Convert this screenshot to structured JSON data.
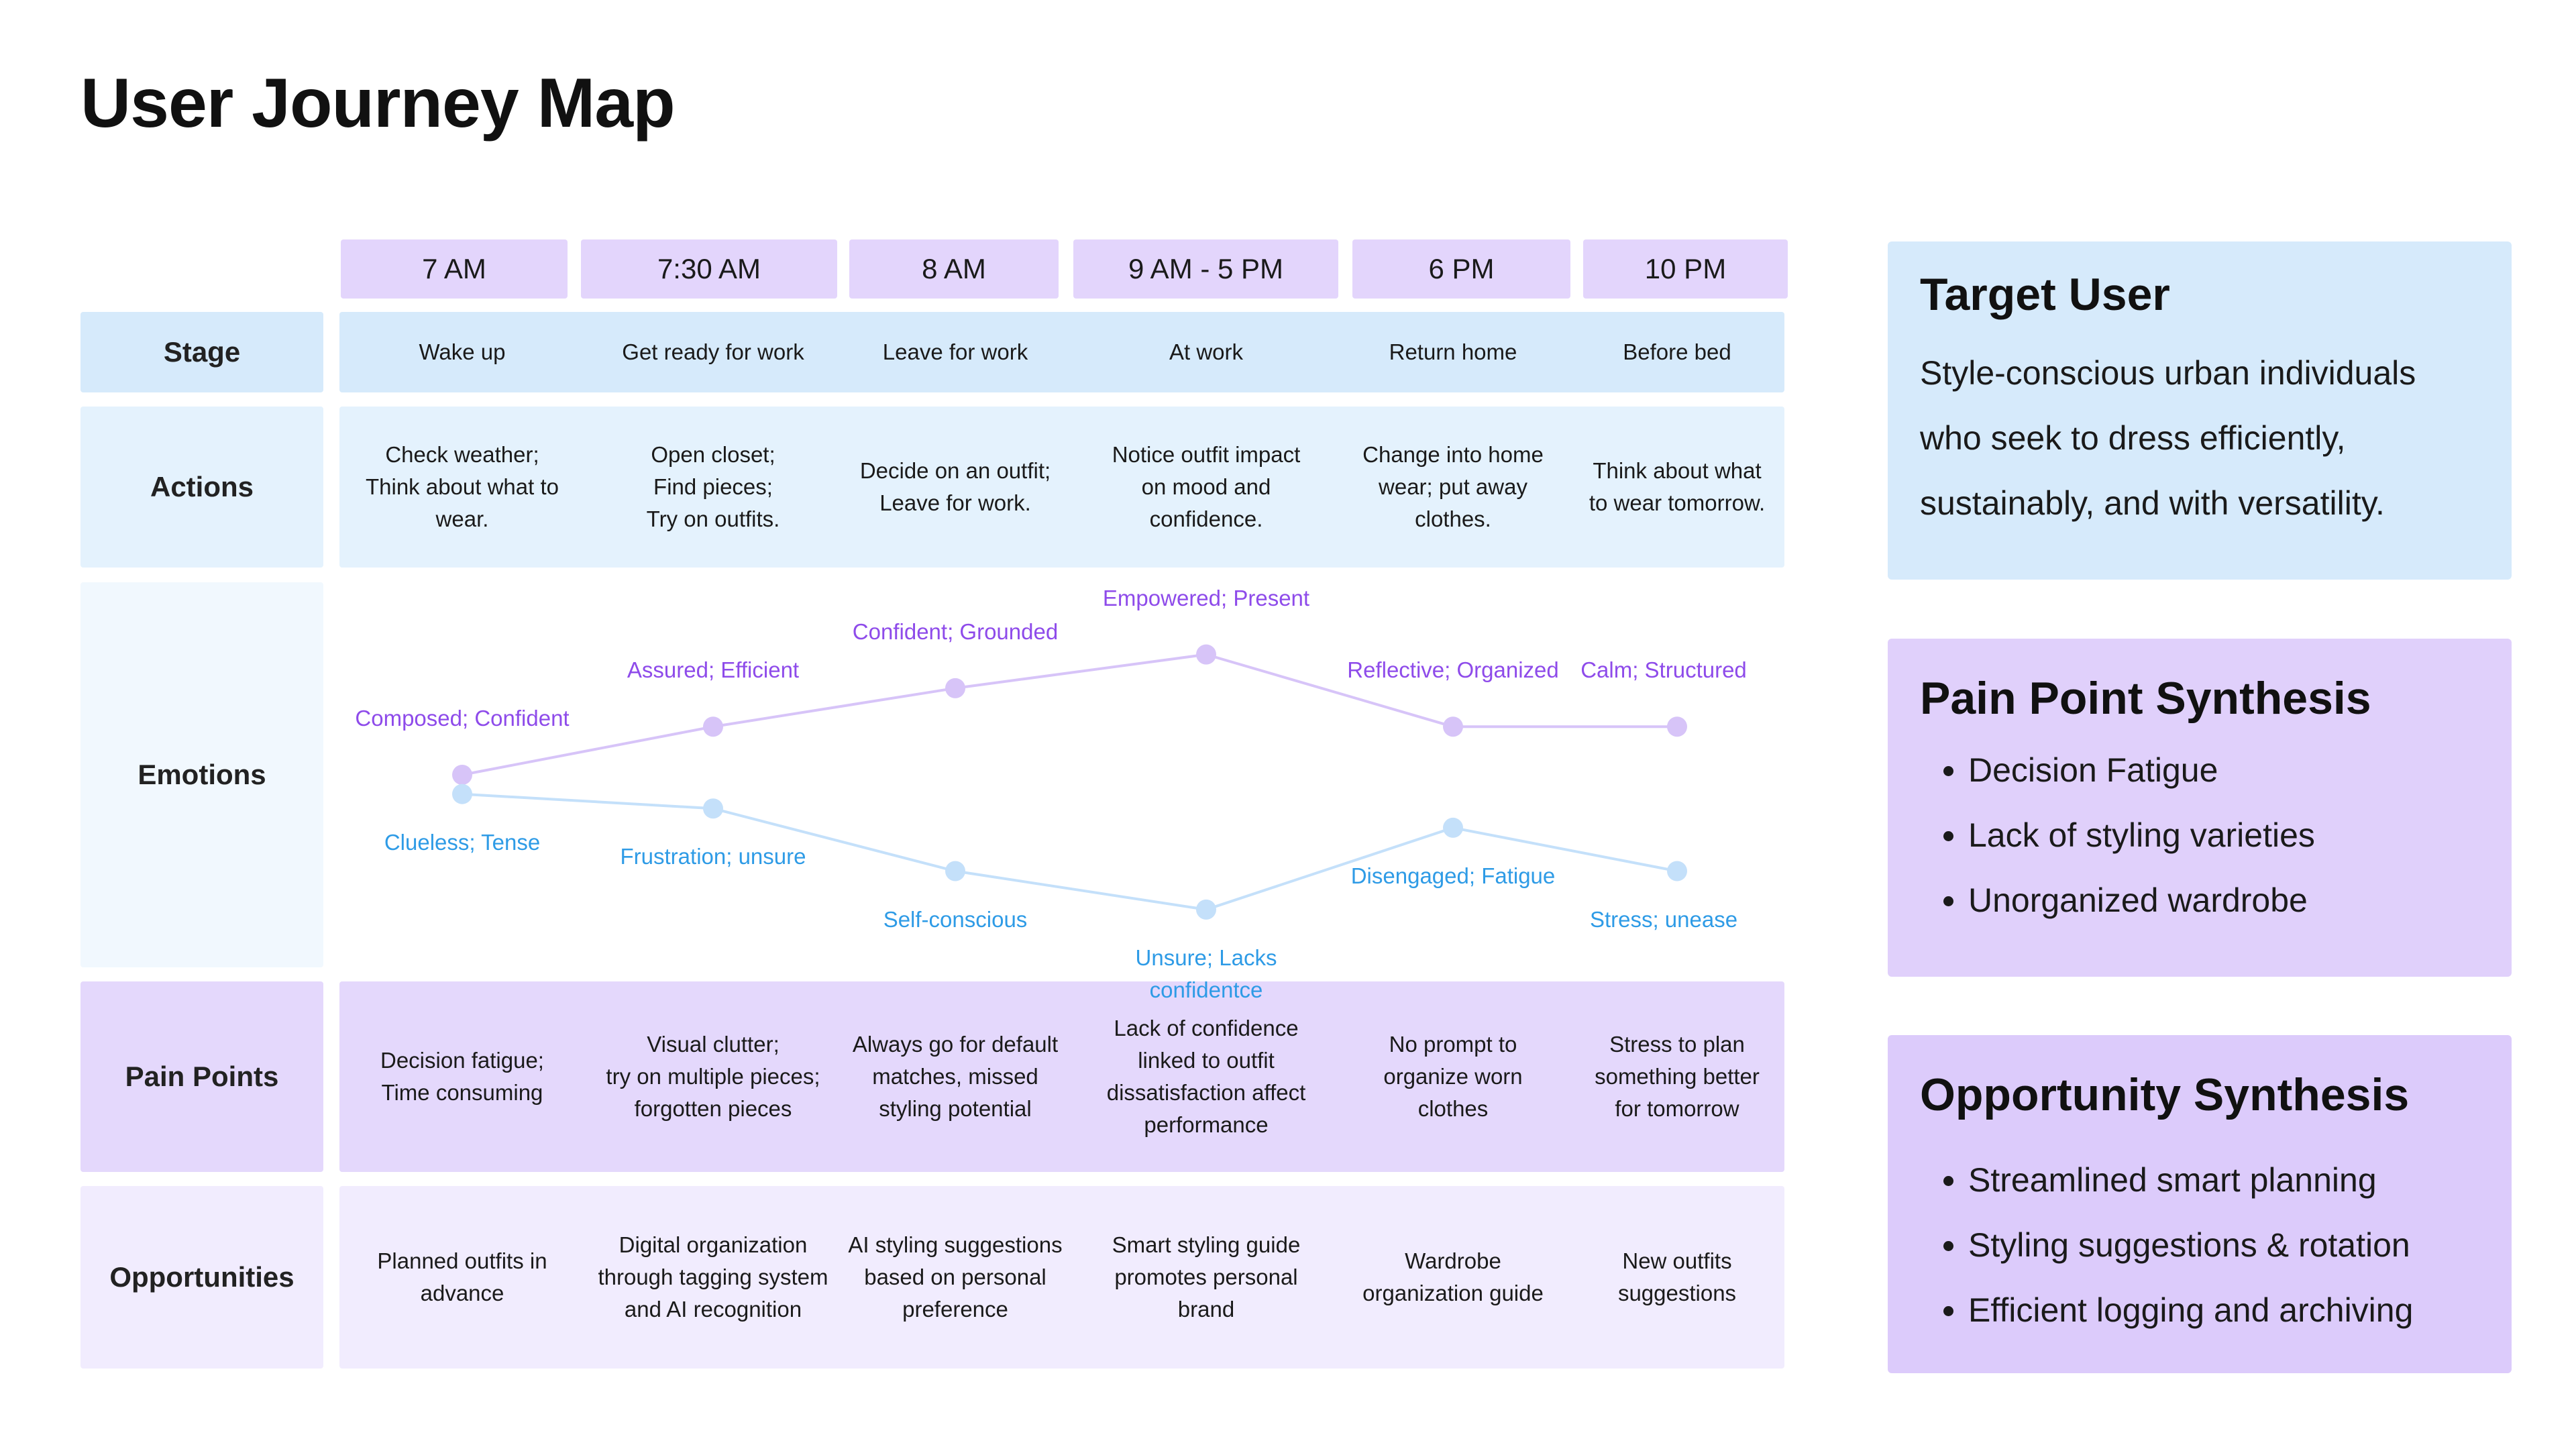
{
  "title": "User Journey Map",
  "times": [
    "7 AM",
    "7:30 AM",
    "8 AM",
    "9 AM - 5 PM",
    "6 PM",
    "10 PM"
  ],
  "row_labels": {
    "stage": "Stage",
    "actions": "Actions",
    "emotions": "Emotions",
    "pain_points": "Pain Points",
    "opportunities": "Opportunities"
  },
  "stages": [
    "Wake up",
    "Get ready for work",
    "Leave for work",
    "At work",
    "Return home",
    "Before bed"
  ],
  "actions": [
    "Check weather;\nThink about what to\nwear.",
    "Open closet;\nFind pieces;\nTry on outfits.",
    "Decide on an outfit;\nLeave for work.",
    "Notice outfit impact\non mood and\nconfidence.",
    "Change into home\nwear; put away\nclothes.",
    "Think about what\nto wear tomorrow."
  ],
  "emotions": {
    "positive": [
      "Composed; Confident",
      "Assured; Efficient",
      "Confident; Grounded",
      "Empowered; Present",
      "Reflective; Organized",
      "Calm; Structured"
    ],
    "negative": [
      "Clueless; Tense",
      "Frustration; unsure",
      "Self-conscious",
      "Unsure; Lacks\nconfidentce",
      "Disengaged; Fatigue",
      "Stress; unease"
    ],
    "colors": {
      "positive": "#D7C4F8",
      "negative": "#C4E0FA"
    }
  },
  "pain_points": [
    "Decision fatigue;\nTime consuming",
    "Visual clutter;\ntry on multiple pieces;\nforgotten pieces",
    "Always go for default\nmatches, missed\nstyling potential",
    "Lack of confidence\nlinked to outfit\ndissatisfaction affect\nperformance",
    "No prompt to\norganize worn\nclothes",
    "Stress to plan\nsomething better\nfor tomorrow"
  ],
  "opportunities": [
    "Planned outfits in\nadvance",
    "Digital organization\nthrough tagging system\nand AI recognition",
    "AI styling suggestions\nbased on personal\npreference",
    "Smart styling guide\npromotes personal brand",
    "Wardrobe\norganization guide",
    "New outfits\nsuggestions"
  ],
  "target_user": {
    "heading": "Target User",
    "lines": [
      "Style-conscious urban individuals",
      "who seek to dress efficiently,",
      "sustainably, and with versatility."
    ]
  },
  "pain_point_synthesis": {
    "heading": "Pain Point Synthesis",
    "items": [
      "Decision Fatigue",
      "Lack of styling varieties",
      "Unorganized wardrobe"
    ]
  },
  "opportunity_synthesis": {
    "heading": "Opportunity Synthesis",
    "items": [
      "Streamlined smart planning",
      "Styling suggestions & rotation",
      "Efficient logging and archiving"
    ]
  },
  "chart_data": {
    "type": "line",
    "categories": [
      "7 AM",
      "7:30 AM",
      "8 AM",
      "9 AM - 5 PM",
      "6 PM",
      "10 PM"
    ],
    "series": [
      {
        "name": "",
        "values": [
          2,
          3,
          3.8,
          4.5,
          3,
          3
        ]
      },
      {
        "name": "",
        "values": [
          1.6,
          1.3,
          0,
          -0.8,
          0.9,
          0
        ]
      }
    ],
    "ylim": [
      -2,
      6
    ]
  }
}
